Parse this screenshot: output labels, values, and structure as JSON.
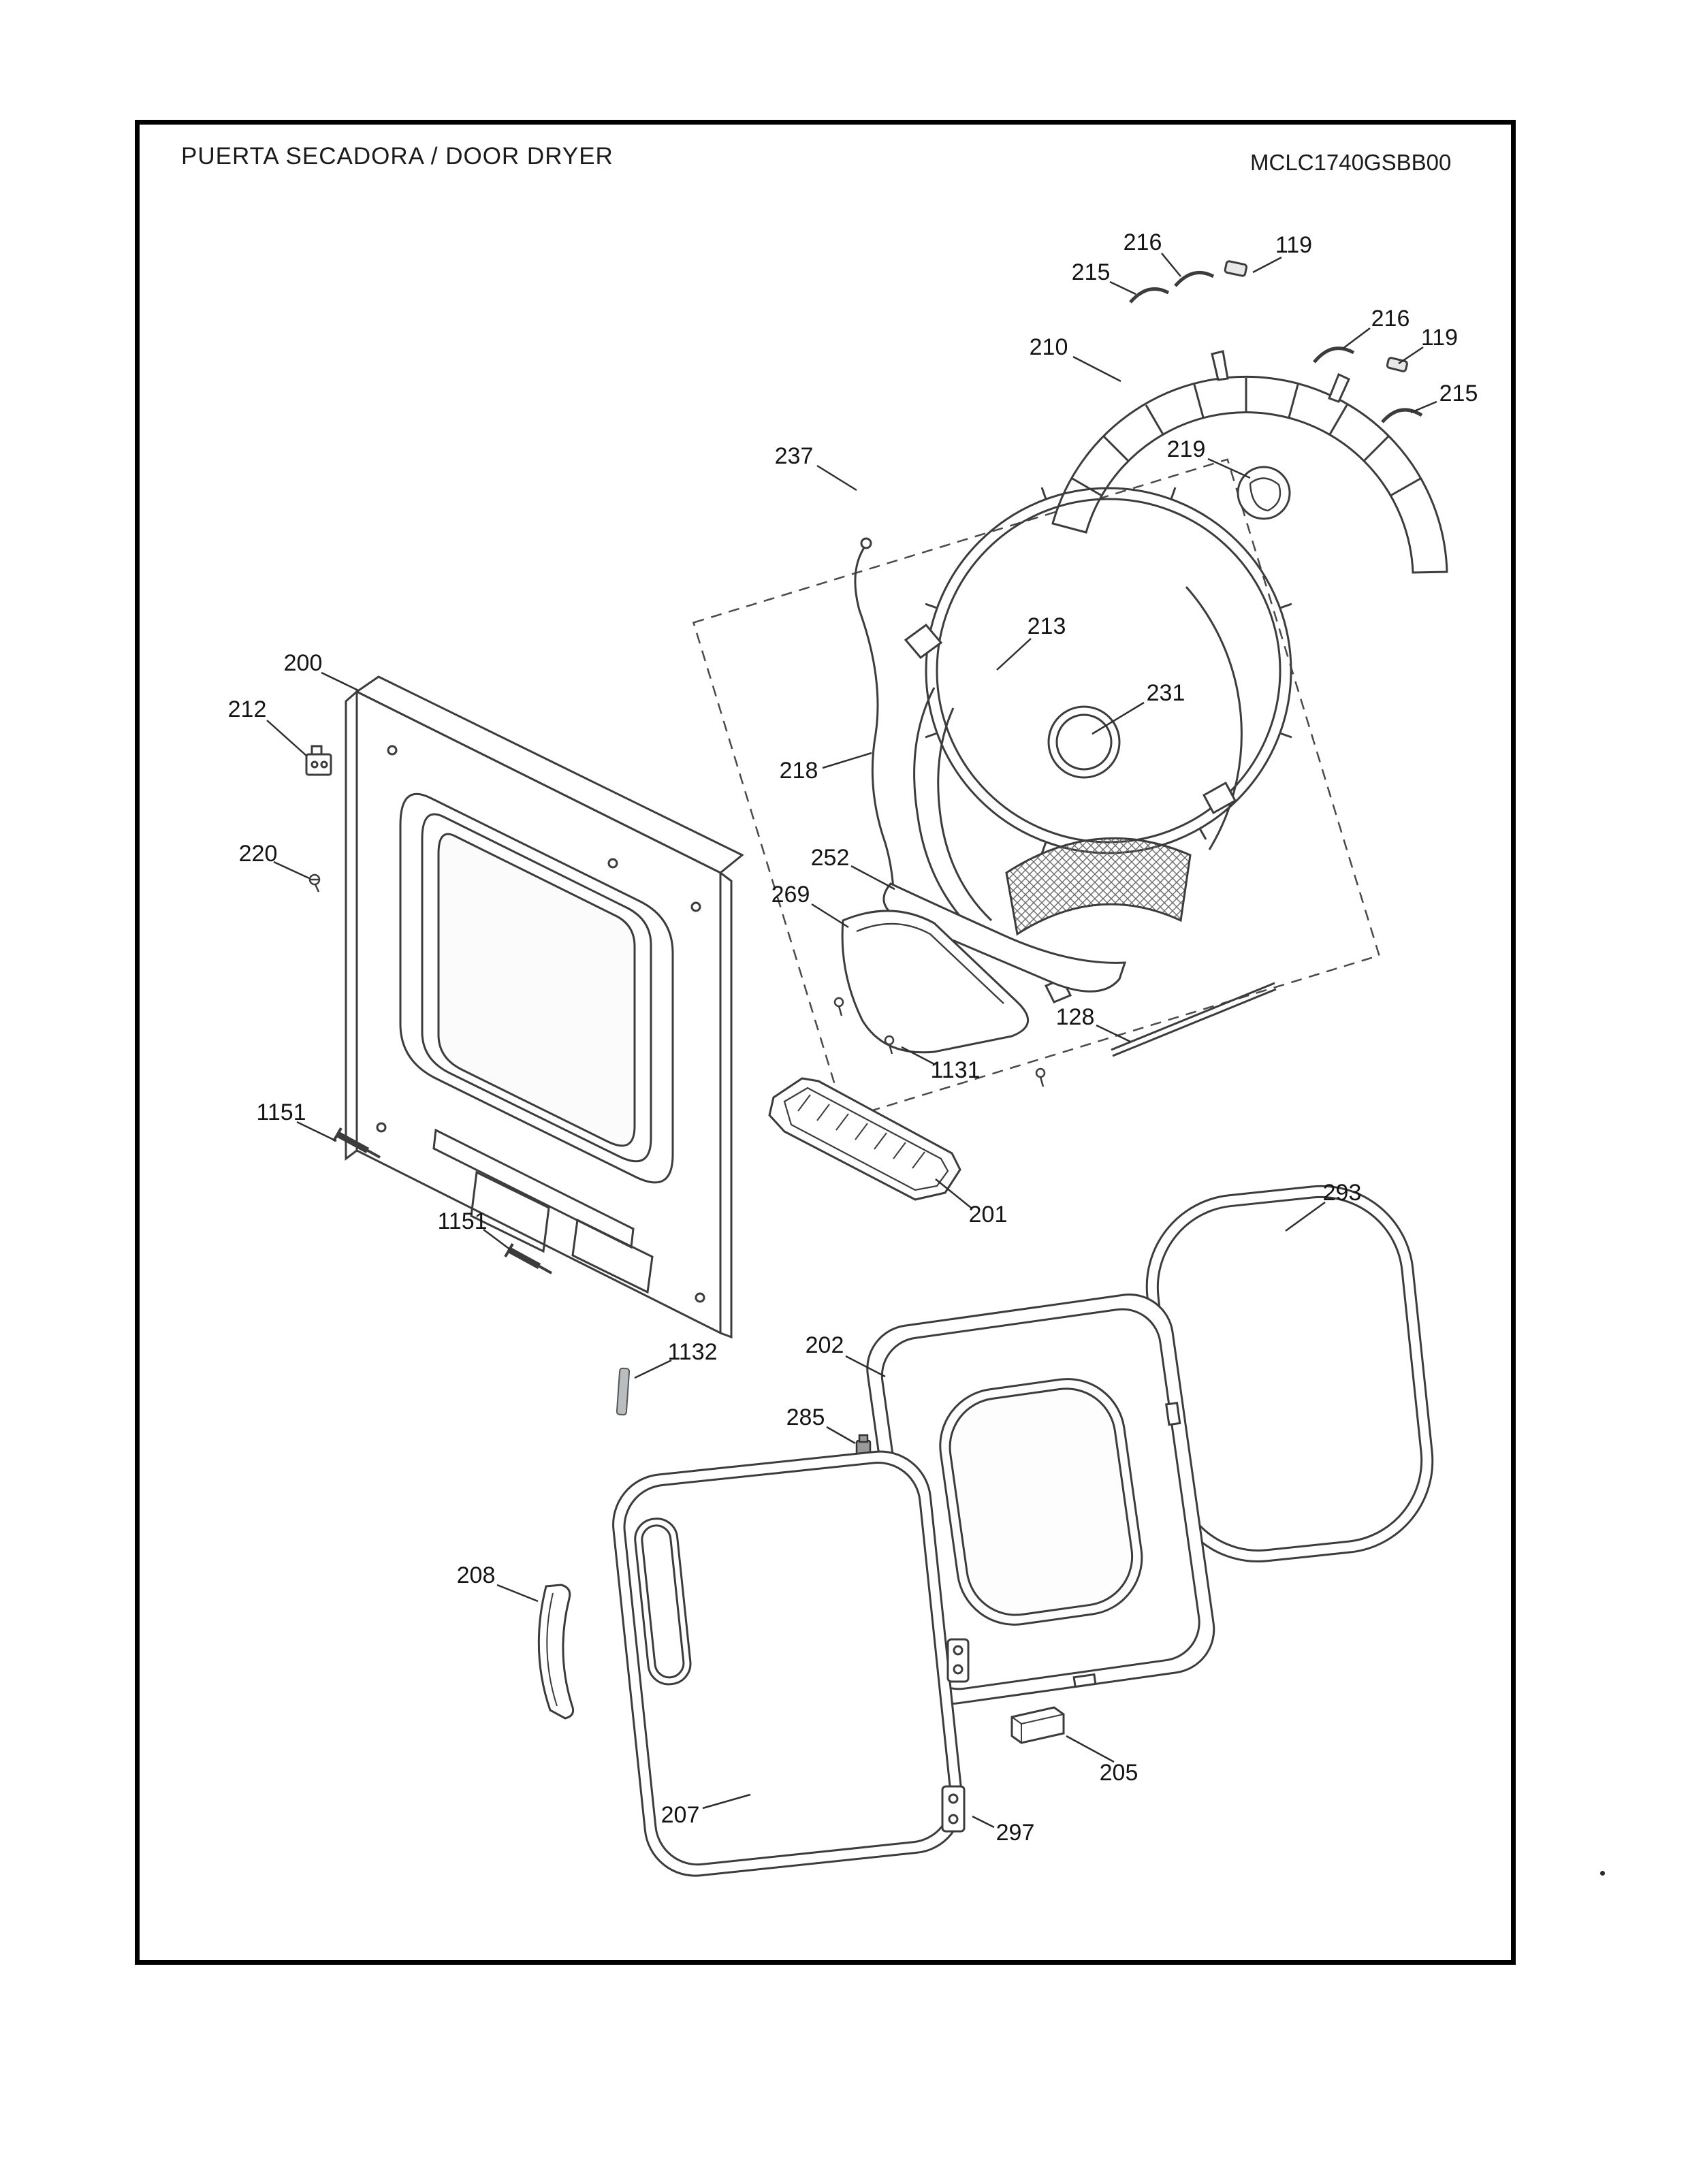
{
  "header": {
    "title": "PUERTA SECADORA / DOOR DRYER",
    "model": "MCLC1740GSBB00"
  },
  "labels": [
    {
      "text": "216"
    },
    {
      "text": "119"
    },
    {
      "text": "215"
    },
    {
      "text": "216"
    },
    {
      "text": "119"
    },
    {
      "text": "210"
    },
    {
      "text": "215"
    },
    {
      "text": "219"
    },
    {
      "text": "237"
    },
    {
      "text": "213"
    },
    {
      "text": "231"
    },
    {
      "text": "200"
    },
    {
      "text": "212"
    },
    {
      "text": "218"
    },
    {
      "text": "220"
    },
    {
      "text": "252"
    },
    {
      "text": "269"
    },
    {
      "text": "128"
    },
    {
      "text": "1131"
    },
    {
      "text": "1151"
    },
    {
      "text": "1151"
    },
    {
      "text": "201"
    },
    {
      "text": "293"
    },
    {
      "text": "1132"
    },
    {
      "text": "202"
    },
    {
      "text": "285"
    },
    {
      "text": "208"
    },
    {
      "text": "205"
    },
    {
      "text": "207"
    },
    {
      "text": "297"
    }
  ]
}
